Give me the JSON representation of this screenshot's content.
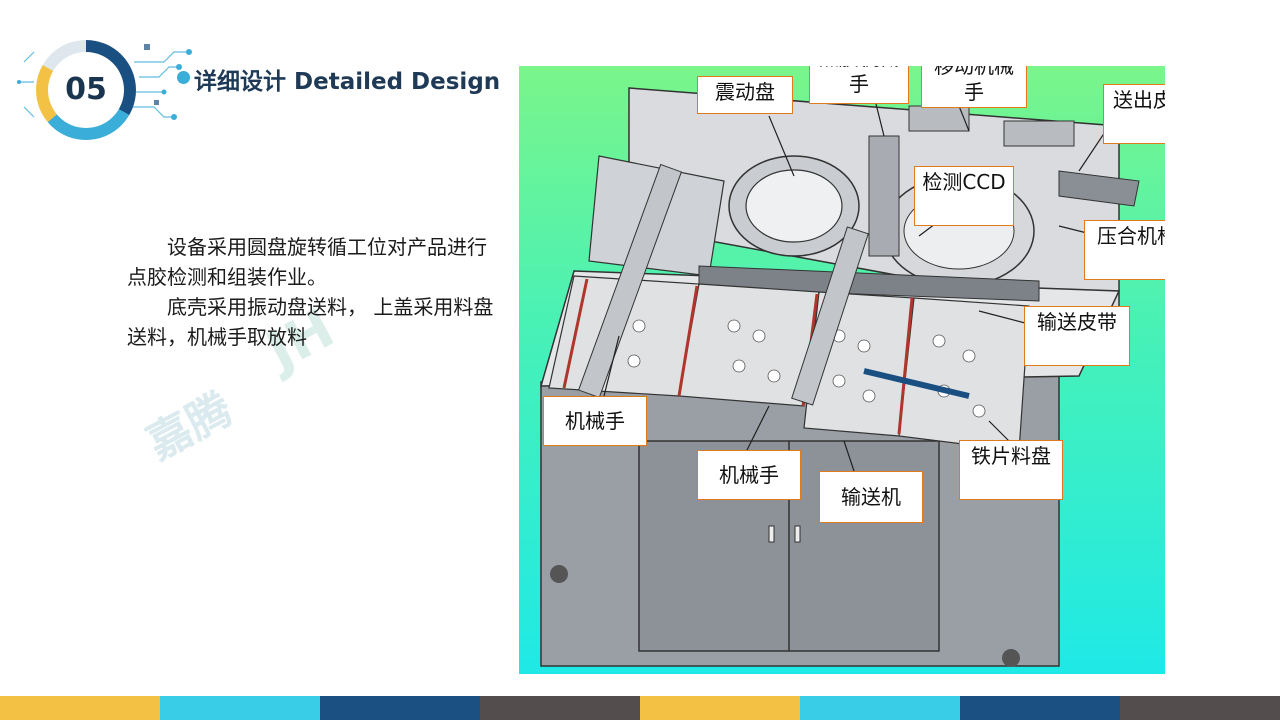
{
  "section": {
    "number": "05",
    "title": "详细设计 Detailed Design"
  },
  "description": {
    "paragraph1": "设备采用圆盘旋转循工位对产品进行点胶检测和组装作业。",
    "paragraph2": "底壳采用振动盘送料， 上盖采用料盘送料，机械手取放料"
  },
  "watermark": {
    "text_cn": "嘉腾",
    "text_logo": "JH"
  },
  "figure": {
    "callouts": {
      "vibration_plate": "震动盘",
      "dispensing_robot": "点胶机械手",
      "moving_robot": "移动机械手",
      "output_belt": "送出皮带",
      "inspection_ccd": "检测CCD",
      "press_mechanism": "压合机构",
      "conveyor_belt": "输送皮带",
      "robot_left": "机械手",
      "robot_center": "机械手",
      "conveyor": "输送机",
      "iron_tray": "铁片料盘"
    }
  },
  "colors": {
    "accent_dark": "#1a4f82",
    "accent_light": "#3aaed8",
    "accent_yellow": "#f3c245",
    "callout_border": "#e07a1c",
    "bottom_bar": [
      "#f3c245",
      "#3acde8",
      "#1a5182",
      "#544d4d",
      "#f3c245",
      "#3acde8",
      "#1a5182",
      "#544d4d"
    ]
  }
}
